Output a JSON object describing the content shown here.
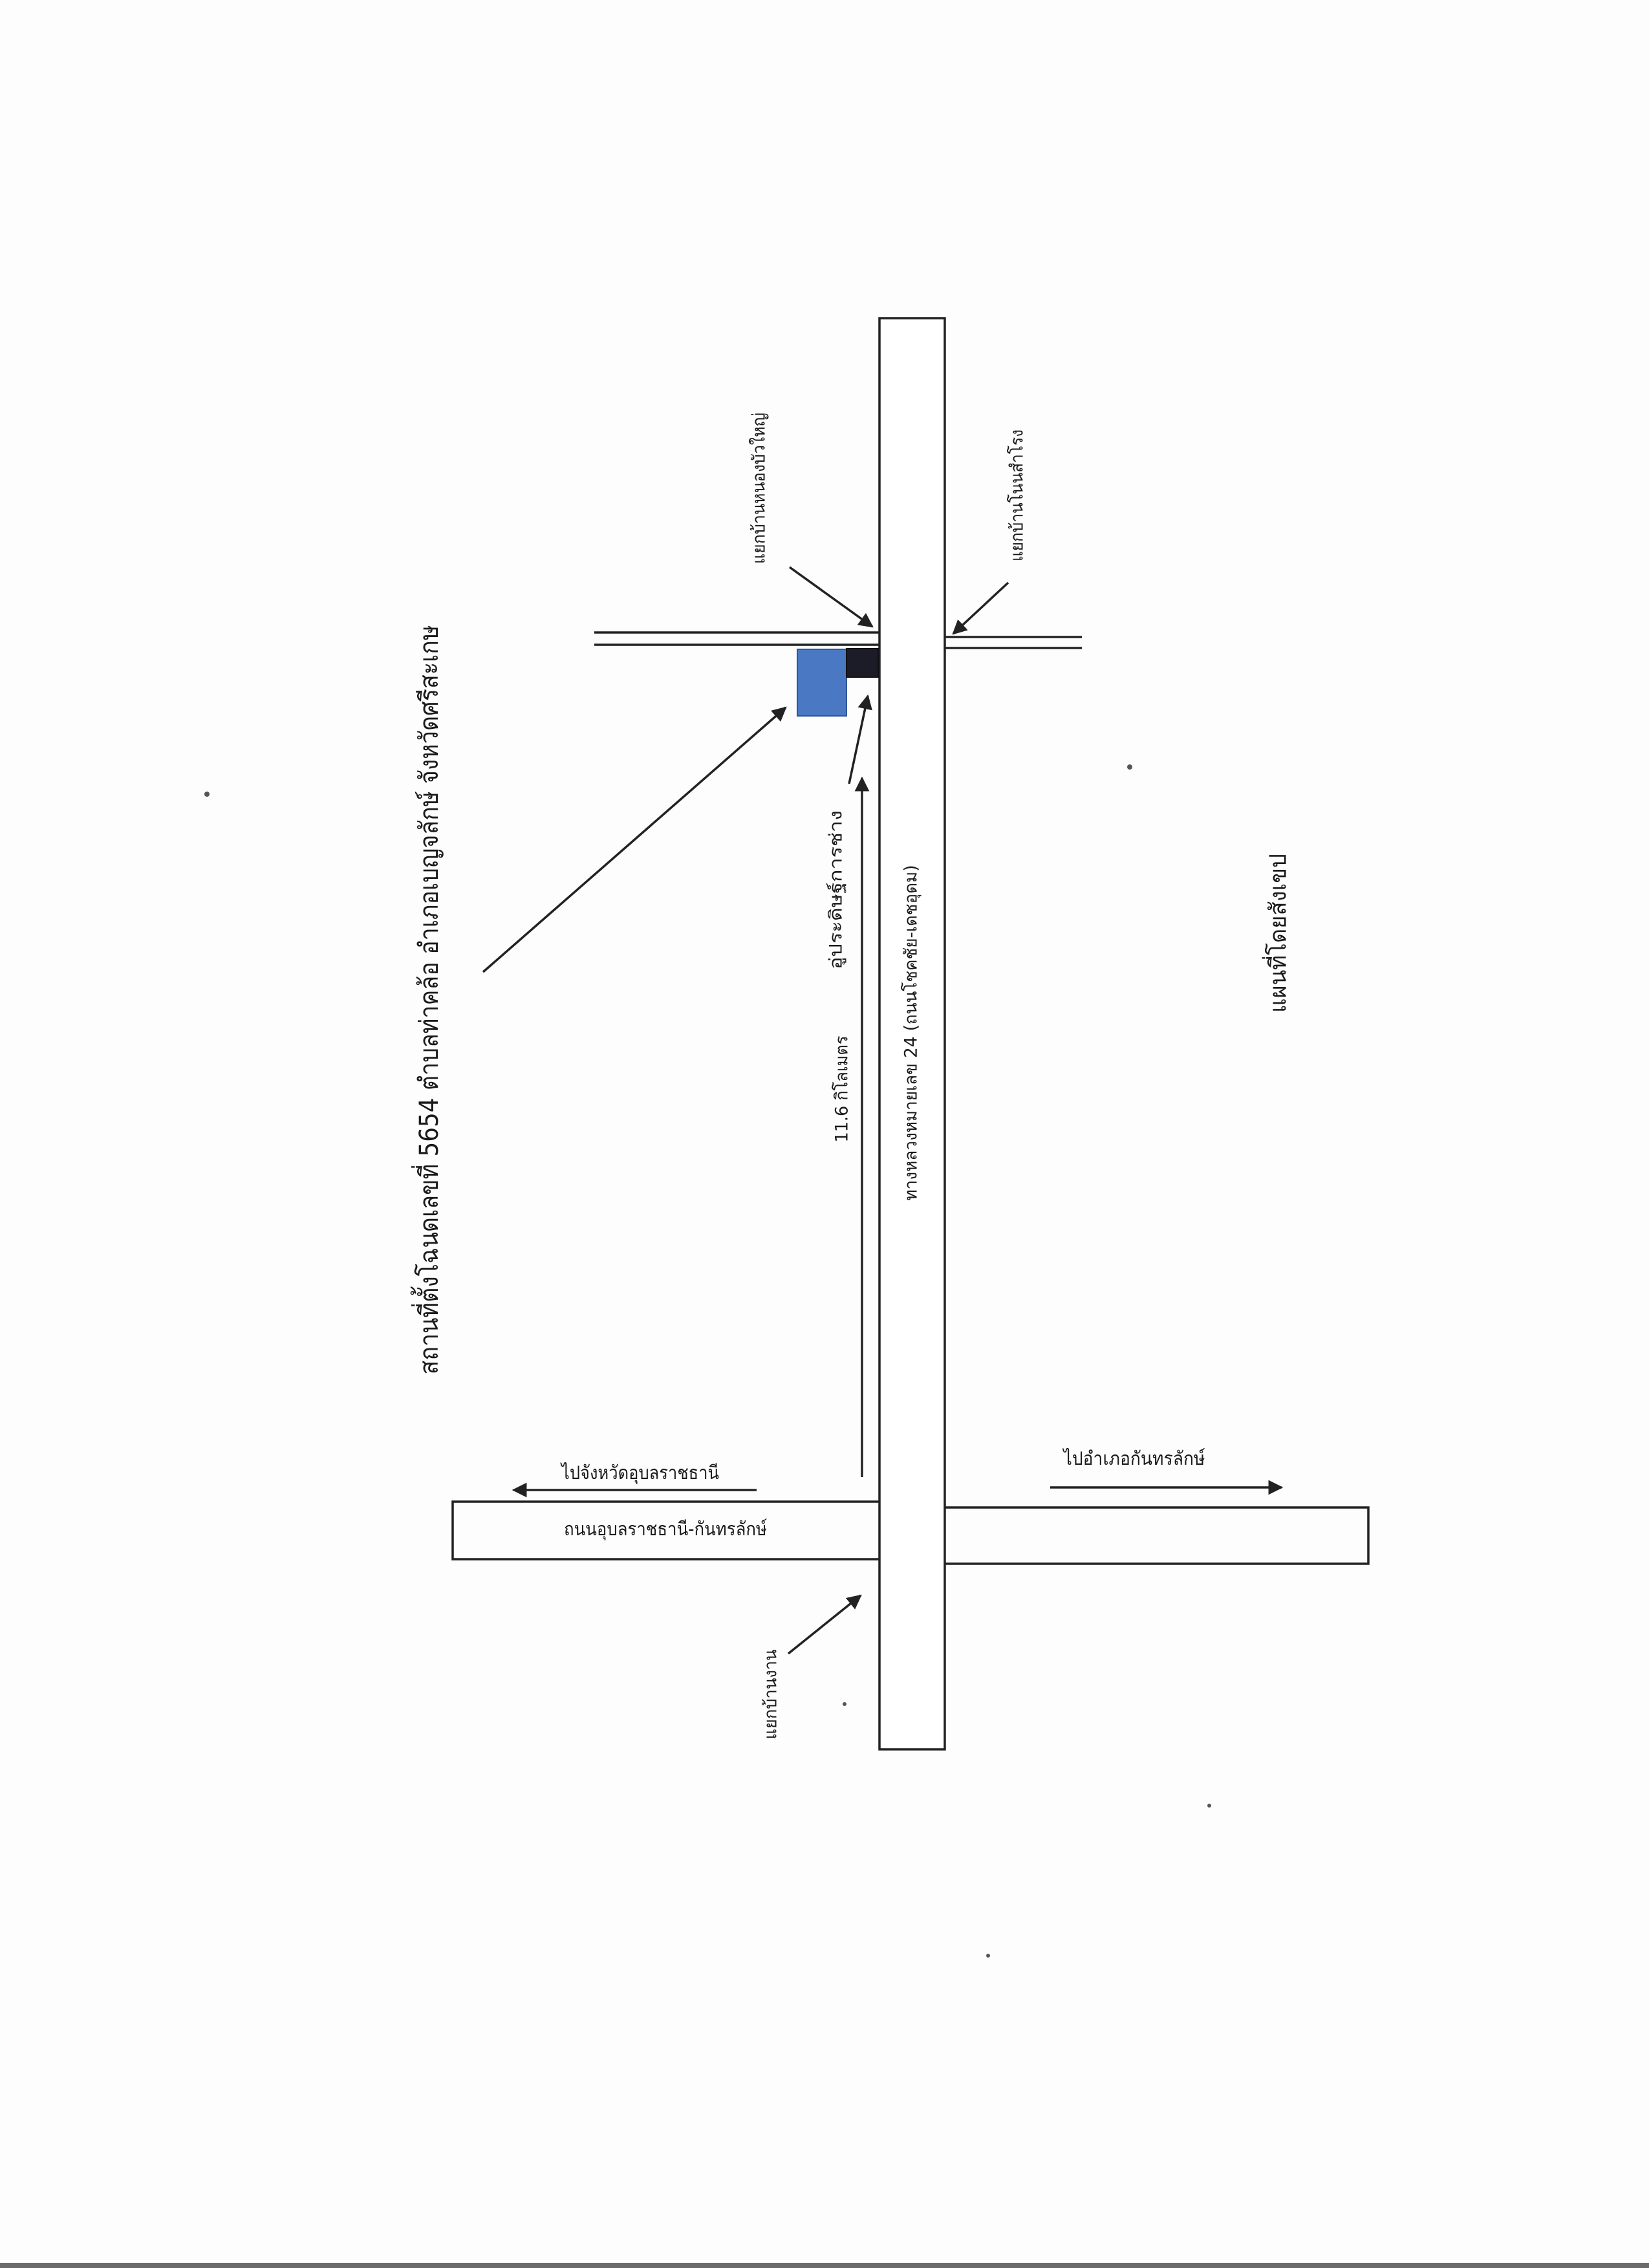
{
  "map": {
    "title": "สถานที่ตั้งโฉนดเลขที่ 5654 ตำบลท่าคล้อ อำเภอเบญจลักษ์ จังหวัดศรีสะเกษ",
    "caption": "แผนที่โดยสังเขป",
    "roads": {
      "main_highway": "ทางหลวงหมายเลข 24 (ถนนโชคชัย-เดชอุดม)",
      "cross_road": "ถนนอุบลราชธานี-กันทรลักษ์"
    },
    "junctions": {
      "nong_bua_yai": "แยกบ้านหนองบัวใหญ่",
      "non_samrong": "แยกบ้านโนนสำโรง",
      "ban_ngan": "แยกบ้านงาน"
    },
    "landmarks": {
      "garage": "อู่ประดิษฐ์การช่าง"
    },
    "distance": "11.6 กิโลเมตร",
    "directions": {
      "to_ubon": "ไปจังหวัดอุบลราชธานี",
      "to_kantharalak": "ไปอำเภอกันทรลักษ์"
    },
    "colors": {
      "plot": "#4a78c2",
      "garage": "#1c1c28"
    }
  }
}
